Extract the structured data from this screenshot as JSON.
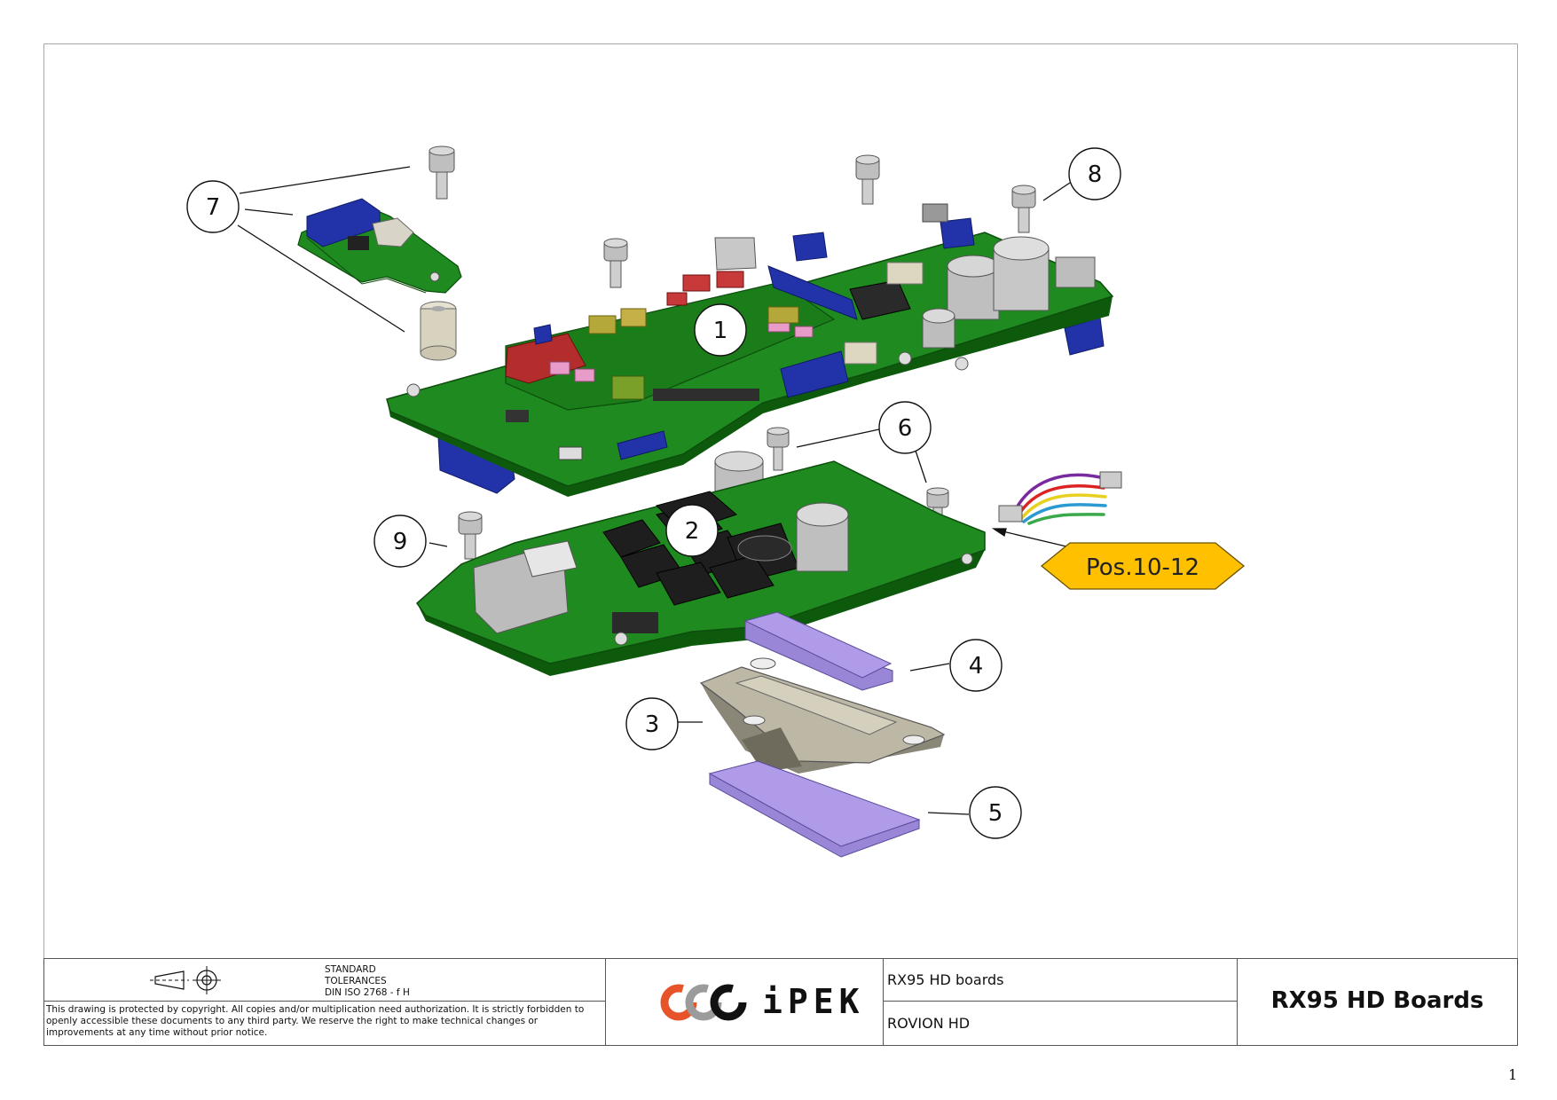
{
  "callouts": [
    "1",
    "2",
    "3",
    "4",
    "5",
    "6",
    "7",
    "8",
    "9"
  ],
  "tag": "Pos.10-12",
  "title_block": {
    "tolerance_lines": [
      "STANDARD",
      "TOLERANCES",
      "DIN ISO 2768 - f H"
    ],
    "copyright": "This drawing is protected by copyright. All copies and/or multiplication need authorization. It is strictly forbidden to openly accessible these documents to any third party. We reserve the right to make technical changes or improvements at any time without prior notice.",
    "logo_text": "iPEK",
    "description": "RX95 HD boards",
    "product": "ROVION HD",
    "title": "RX95 HD Boards"
  },
  "sheet_number": "1",
  "colors": {
    "pcb_green": "#1f8a1f",
    "connector_blue": "#2233aa",
    "tag_fill": "#ffc000",
    "thermal_pad": "#b09be8",
    "logo_orange": "#e8542a"
  }
}
